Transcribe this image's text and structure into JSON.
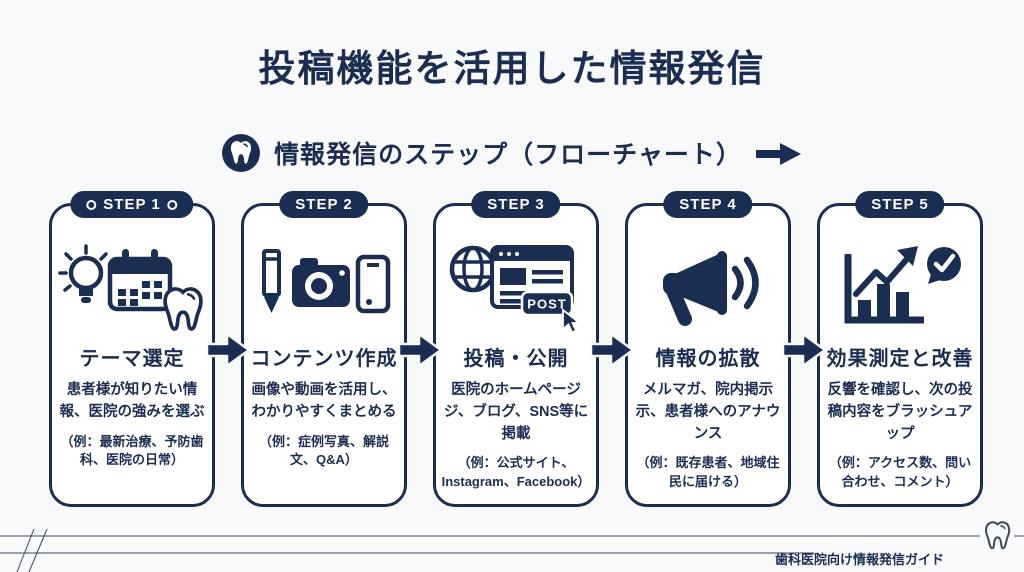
{
  "page": {
    "title": "投稿機能を活用した情報発信",
    "subtitle": "情報発信のステップ（フローチャート）"
  },
  "steps": [
    {
      "badge": "STEP 1",
      "title": "テーマ選定",
      "description": "患者様が知りたい情報、医院の強みを選ぶ",
      "example": "（例：最新治療、予防歯科、医院の日常）",
      "icons": [
        "lightbulb",
        "calendar",
        "tooth"
      ]
    },
    {
      "badge": "STEP 2",
      "title": "コンテンツ作成",
      "description": "画像や動画を活用し、わかりやすくまとめる",
      "example": "（例：症例写真、解説文、Q&A）",
      "icons": [
        "pencil",
        "camera",
        "smartphone"
      ]
    },
    {
      "badge": "STEP 3",
      "title": "投稿・公開",
      "description": "医院のホームページジ、ブログ、SNS等に掲載",
      "example": "（例：公式サイト、Instagram、Facebook）",
      "icon_label": "POST",
      "icons": [
        "globe",
        "browser-window",
        "post-button",
        "cursor"
      ]
    },
    {
      "badge": "STEP 4",
      "title": "情報の拡散",
      "description": "メルマガ、院内掲示示、患者様へのアナウンス",
      "example": "（例：既存患者、地域住民に届ける）",
      "icons": [
        "megaphone",
        "sound-waves"
      ]
    },
    {
      "badge": "STEP 5",
      "title": "効果測定と改善",
      "description": "反響を確認し、次の投稿内容をブラッシュアップ",
      "example": "（例：アクセス数、問い合わせ、コメント）",
      "icons": [
        "bar-chart",
        "trend-arrow",
        "check-bubble"
      ]
    }
  ],
  "footer": {
    "label": "歯科医院向け情報発信ガイド"
  },
  "colors": {
    "navy": "#1b2e51",
    "background": "#f8f9fb",
    "card": "#ffffff",
    "footer_line": "#3d4757"
  }
}
